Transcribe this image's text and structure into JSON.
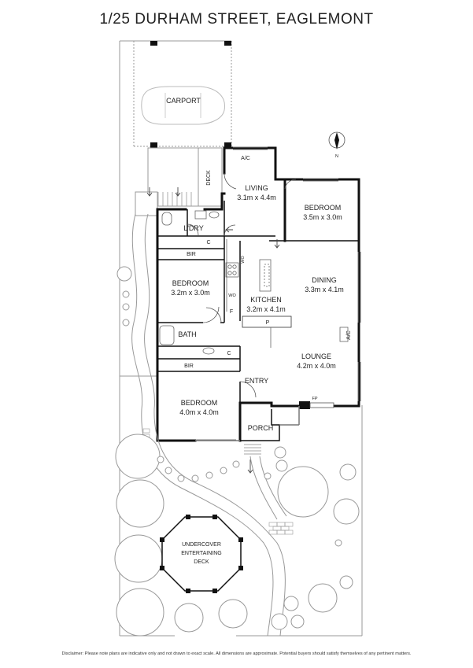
{
  "title": "1/25 DURHAM STREET, EAGLEMONT",
  "rooms": {
    "carport": "CARPORT",
    "deck": "DECK",
    "living": "LIVING",
    "living_dim": "3.1m x 4.4m",
    "bedroom1": "BEDROOM",
    "bedroom1_dim": "3.5m x 3.0m",
    "laundry": "L'DRY",
    "bir1": "BIR",
    "bedroom2": "BEDROOM",
    "bedroom2_dim": "3.2m x 3.0m",
    "kitchen": "KITCHEN",
    "kitchen_dim": "3.2m x 4.1m",
    "dining": "DINING",
    "dining_dim": "3.3m x 4.1m",
    "bath": "BATH",
    "bir2": "BIR",
    "lounge": "LOUNGE",
    "lounge_dim": "4.2m x 4.0m",
    "entry": "ENTRY",
    "bedroom3": "BEDROOM",
    "bedroom3_dim": "4.0m x 4.0m",
    "porch": "PORCH",
    "undercover_1": "UNDERCOVER",
    "undercover_2": "ENTERTAINING",
    "undercover_3": "DECK"
  },
  "fixtures": {
    "ac1": "A/C",
    "ac2": "A/C",
    "cupboard1": "C",
    "cupboard2": "C",
    "wo1": "WO",
    "wo2": "WO",
    "fridge": "F",
    "pantry": "P",
    "fireplace": "FP"
  },
  "compass": "N",
  "disclaimer": "Disclaimer: Please note plans are indicative only and not drawn to exact scale. All dimensions are approximate. Potential buyers should satisfy themselves of any pertinent matters."
}
